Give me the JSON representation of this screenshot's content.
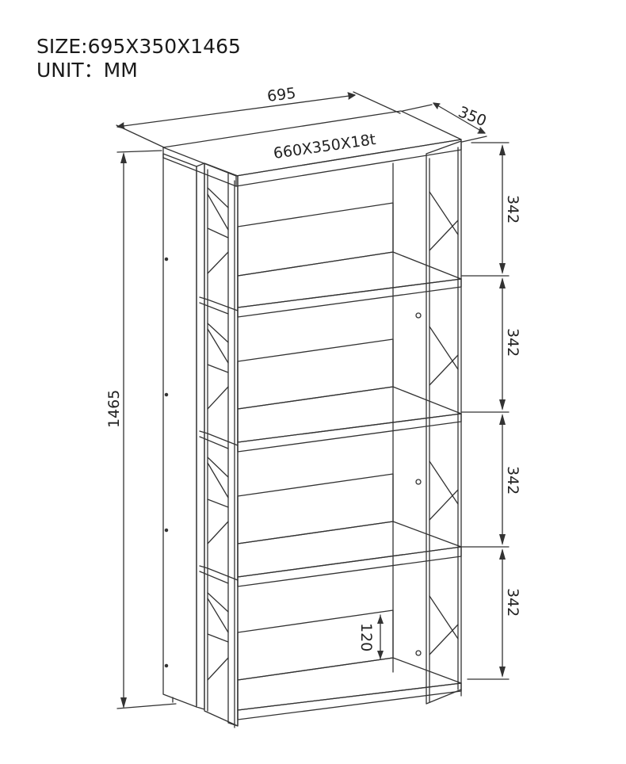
{
  "header": {
    "size_label": "SIZE:695X350X1465",
    "unit_label": "UNIT：MM"
  },
  "dimensions": {
    "width": "695",
    "depth": "350",
    "height": "1465",
    "board": "660X350X18t",
    "shelf_gaps": [
      "342",
      "342",
      "342",
      "342"
    ],
    "back_panel": "120"
  },
  "colors": {
    "line": "#333333",
    "dim_line": "#555555"
  }
}
